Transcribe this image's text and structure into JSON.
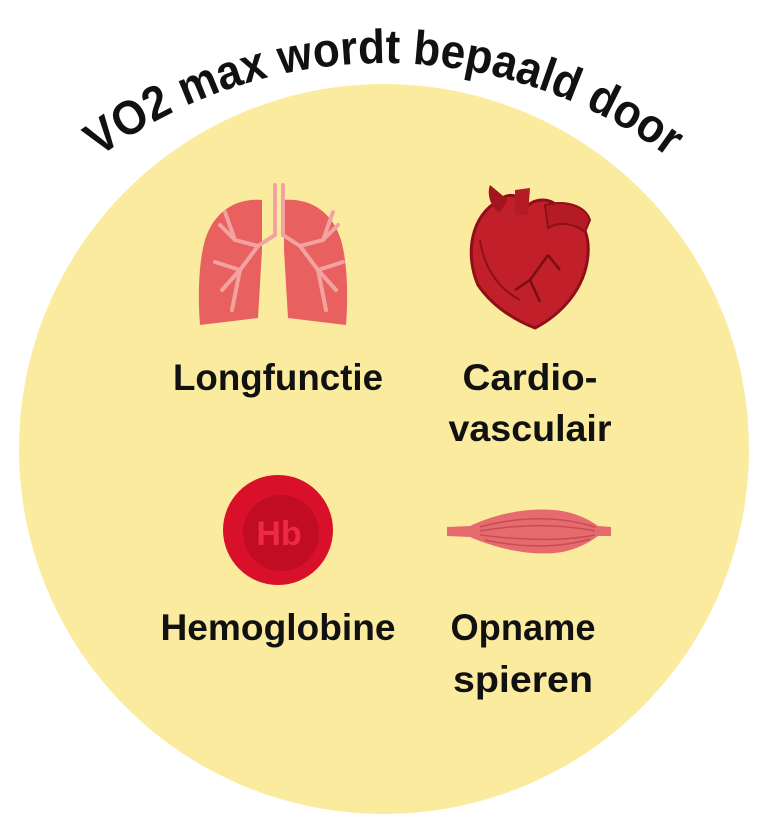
{
  "title": "VO2 max wordt bepaald door",
  "colors": {
    "background_circle": "#fbeb9f",
    "lungs": "#e8605f",
    "heart": "#c1202a",
    "blood_cell": "#d9102a",
    "muscle": "#e66b6e",
    "text": "#111111"
  },
  "items": [
    {
      "icon": "lungs-icon",
      "lines": [
        "Longfunctie"
      ]
    },
    {
      "icon": "heart-icon",
      "lines": [
        "Cardio-",
        "vasculair"
      ]
    },
    {
      "icon": "red-blood-cell-icon",
      "icon_text": "Hb",
      "lines": [
        "Hemoglobine"
      ]
    },
    {
      "icon": "muscle-icon",
      "lines": [
        "Opname",
        "spieren"
      ]
    }
  ]
}
